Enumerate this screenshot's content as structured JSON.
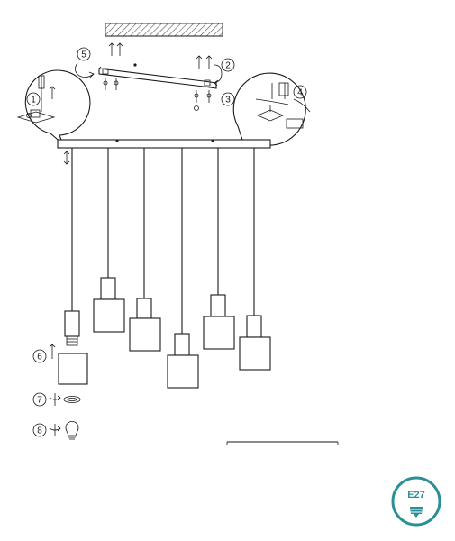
{
  "steps": [
    {
      "id": "step-1",
      "number": "1"
    },
    {
      "id": "step-2",
      "number": "2"
    },
    {
      "id": "step-3",
      "number": "3"
    },
    {
      "id": "step-4",
      "number": "4"
    },
    {
      "id": "step-5",
      "number": "5"
    },
    {
      "id": "step-6",
      "number": "6"
    },
    {
      "id": "step-7",
      "number": "7"
    },
    {
      "id": "step-8",
      "number": "8"
    }
  ],
  "badge": {
    "label": "E27",
    "color": "#2a8f96",
    "icon": "light-bulb-icon"
  },
  "colors": {
    "line": "#1a1a1a",
    "hatch": "#555555",
    "background": "#ffffff"
  }
}
